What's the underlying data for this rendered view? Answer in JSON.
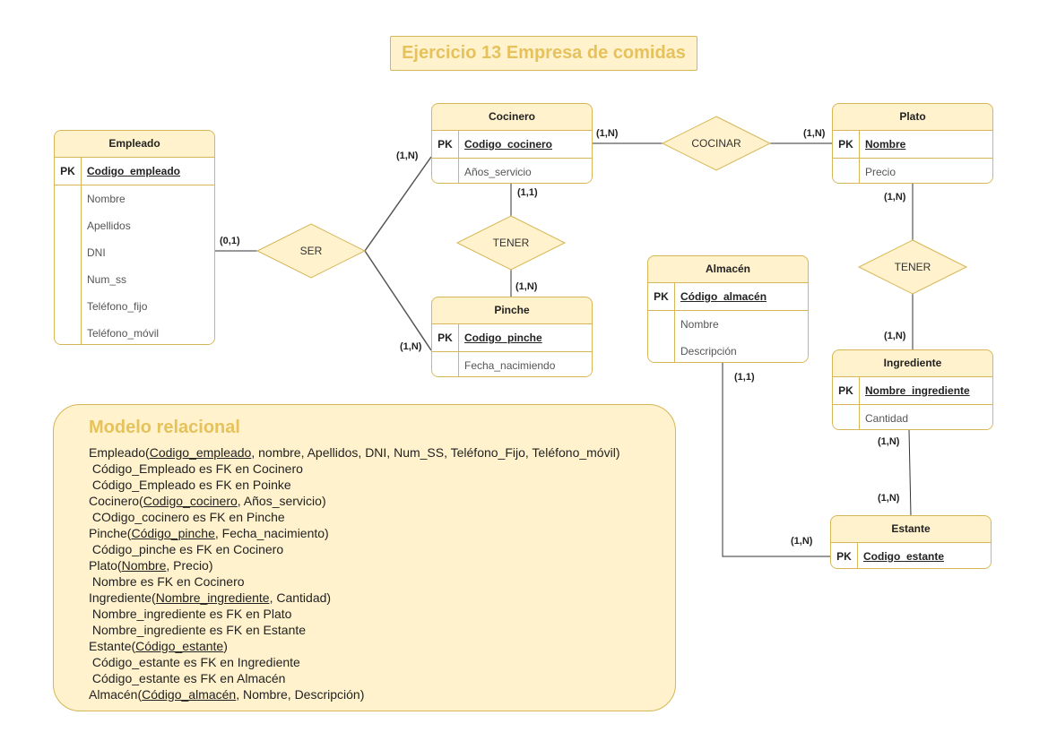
{
  "title": "Ejercicio 13 Empresa de comidas",
  "entities": {
    "empleado": {
      "name": "Empleado",
      "pk_label": "PK",
      "pk": "Codigo_empleado",
      "fields": [
        "Nombre",
        "Apellidos",
        "DNI",
        "Num_ss",
        "Teléfono_fijo",
        "Teléfono_móvil"
      ]
    },
    "cocinero": {
      "name": "Cocinero",
      "pk_label": "PK",
      "pk": "Codigo_cocinero",
      "fields": [
        "Años_servicio"
      ]
    },
    "pinche": {
      "name": "Pinche",
      "pk_label": "PK",
      "pk": "Codigo_pinche",
      "fields": [
        "Fecha_nacimiendo"
      ]
    },
    "plato": {
      "name": "Plato",
      "pk_label": "PK",
      "pk": "Nombre",
      "fields": [
        "Precio"
      ]
    },
    "almacen": {
      "name": "Almacén",
      "pk_label": "PK",
      "pk": "Código_almacén",
      "fields": [
        "Nombre",
        "Descripción"
      ]
    },
    "ingrediente": {
      "name": "Ingrediente",
      "pk_label": "PK",
      "pk": "Nombre_ingrediente",
      "fields": [
        "Cantidad"
      ]
    },
    "estante": {
      "name": "Estante",
      "pk_label": "PK",
      "pk": "Codigo_estante",
      "fields": []
    }
  },
  "relationships": {
    "ser": "SER",
    "tener_cocinero_pinche": "TENER",
    "cocinar": "COCINAR",
    "tener_plato_ingrediente": "TENER"
  },
  "cardinalities": {
    "empleado_ser": "(0,1)",
    "ser_cocinero": "(1,N)",
    "ser_pinche": "(1,N)",
    "cocinero_tener": "(1,1)",
    "tener_pinche": "(1,N)",
    "cocinero_cocinar": "(1,N)",
    "cocinar_plato": "(1,N)",
    "plato_tener": "(1,N)",
    "tener_ingrediente": "(1,N)",
    "ingrediente_estante_top": "(1,N)",
    "ingrediente_estante_bottom": "(1,N)",
    "almacen_estante_top": "(1,1)",
    "almacen_estante_bottom": "(1,N)"
  },
  "relational_model": {
    "title": "Modelo relacional",
    "lines": [
      [
        {
          "t": "Empleado("
        },
        {
          "t": "Codigo_empleado",
          "u": true
        },
        {
          "t": ", nombre, Apellidos, DNI, Num_SS, Teléfono_Fijo, Teléfono_móvil)"
        }
      ],
      [
        {
          "t": " Código_Empleado es FK en Cocinero"
        }
      ],
      [
        {
          "t": " Código_Empleado es FK en Poinke"
        }
      ],
      [
        {
          "t": "Cocinero("
        },
        {
          "t": "Codigo_cocinero",
          "u": true
        },
        {
          "t": ", Años_servicio)"
        }
      ],
      [
        {
          "t": " COdigo_cocinero es FK en Pinche"
        }
      ],
      [
        {
          "t": "Pinche("
        },
        {
          "t": "Código_pinche",
          "u": true
        },
        {
          "t": ", Fecha_nacimiento)"
        }
      ],
      [
        {
          "t": " Código_pinche es FK en Cocinero"
        }
      ],
      [
        {
          "t": "Plato("
        },
        {
          "t": "Nombre",
          "u": true
        },
        {
          "t": ", Precio)"
        }
      ],
      [
        {
          "t": " Nombre es FK en Cocinero"
        }
      ],
      [
        {
          "t": "Ingrediente("
        },
        {
          "t": "Nombre_ingrediente",
          "u": true
        },
        {
          "t": ", Cantidad)"
        }
      ],
      [
        {
          "t": " Nombre_ingrediente es FK en Plato"
        }
      ],
      [
        {
          "t": " Nombre_ingrediente es FK en Estante"
        }
      ],
      [
        {
          "t": "Estante("
        },
        {
          "t": "Código_estante",
          "u": true
        },
        {
          "t": ")"
        }
      ],
      [
        {
          "t": " Código_estante es FK en Ingrediente"
        }
      ],
      [
        {
          "t": " Código_estante es FK en Almacén"
        }
      ],
      [
        {
          "t": "Almacén("
        },
        {
          "t": "Código_almacén",
          "u": true
        },
        {
          "t": ", Nombre, Descripción)"
        }
      ]
    ]
  },
  "colors": {
    "fill": "#fff2cc",
    "stroke": "#d6b656",
    "title_text": "#e6c25c",
    "line": "#555555"
  }
}
